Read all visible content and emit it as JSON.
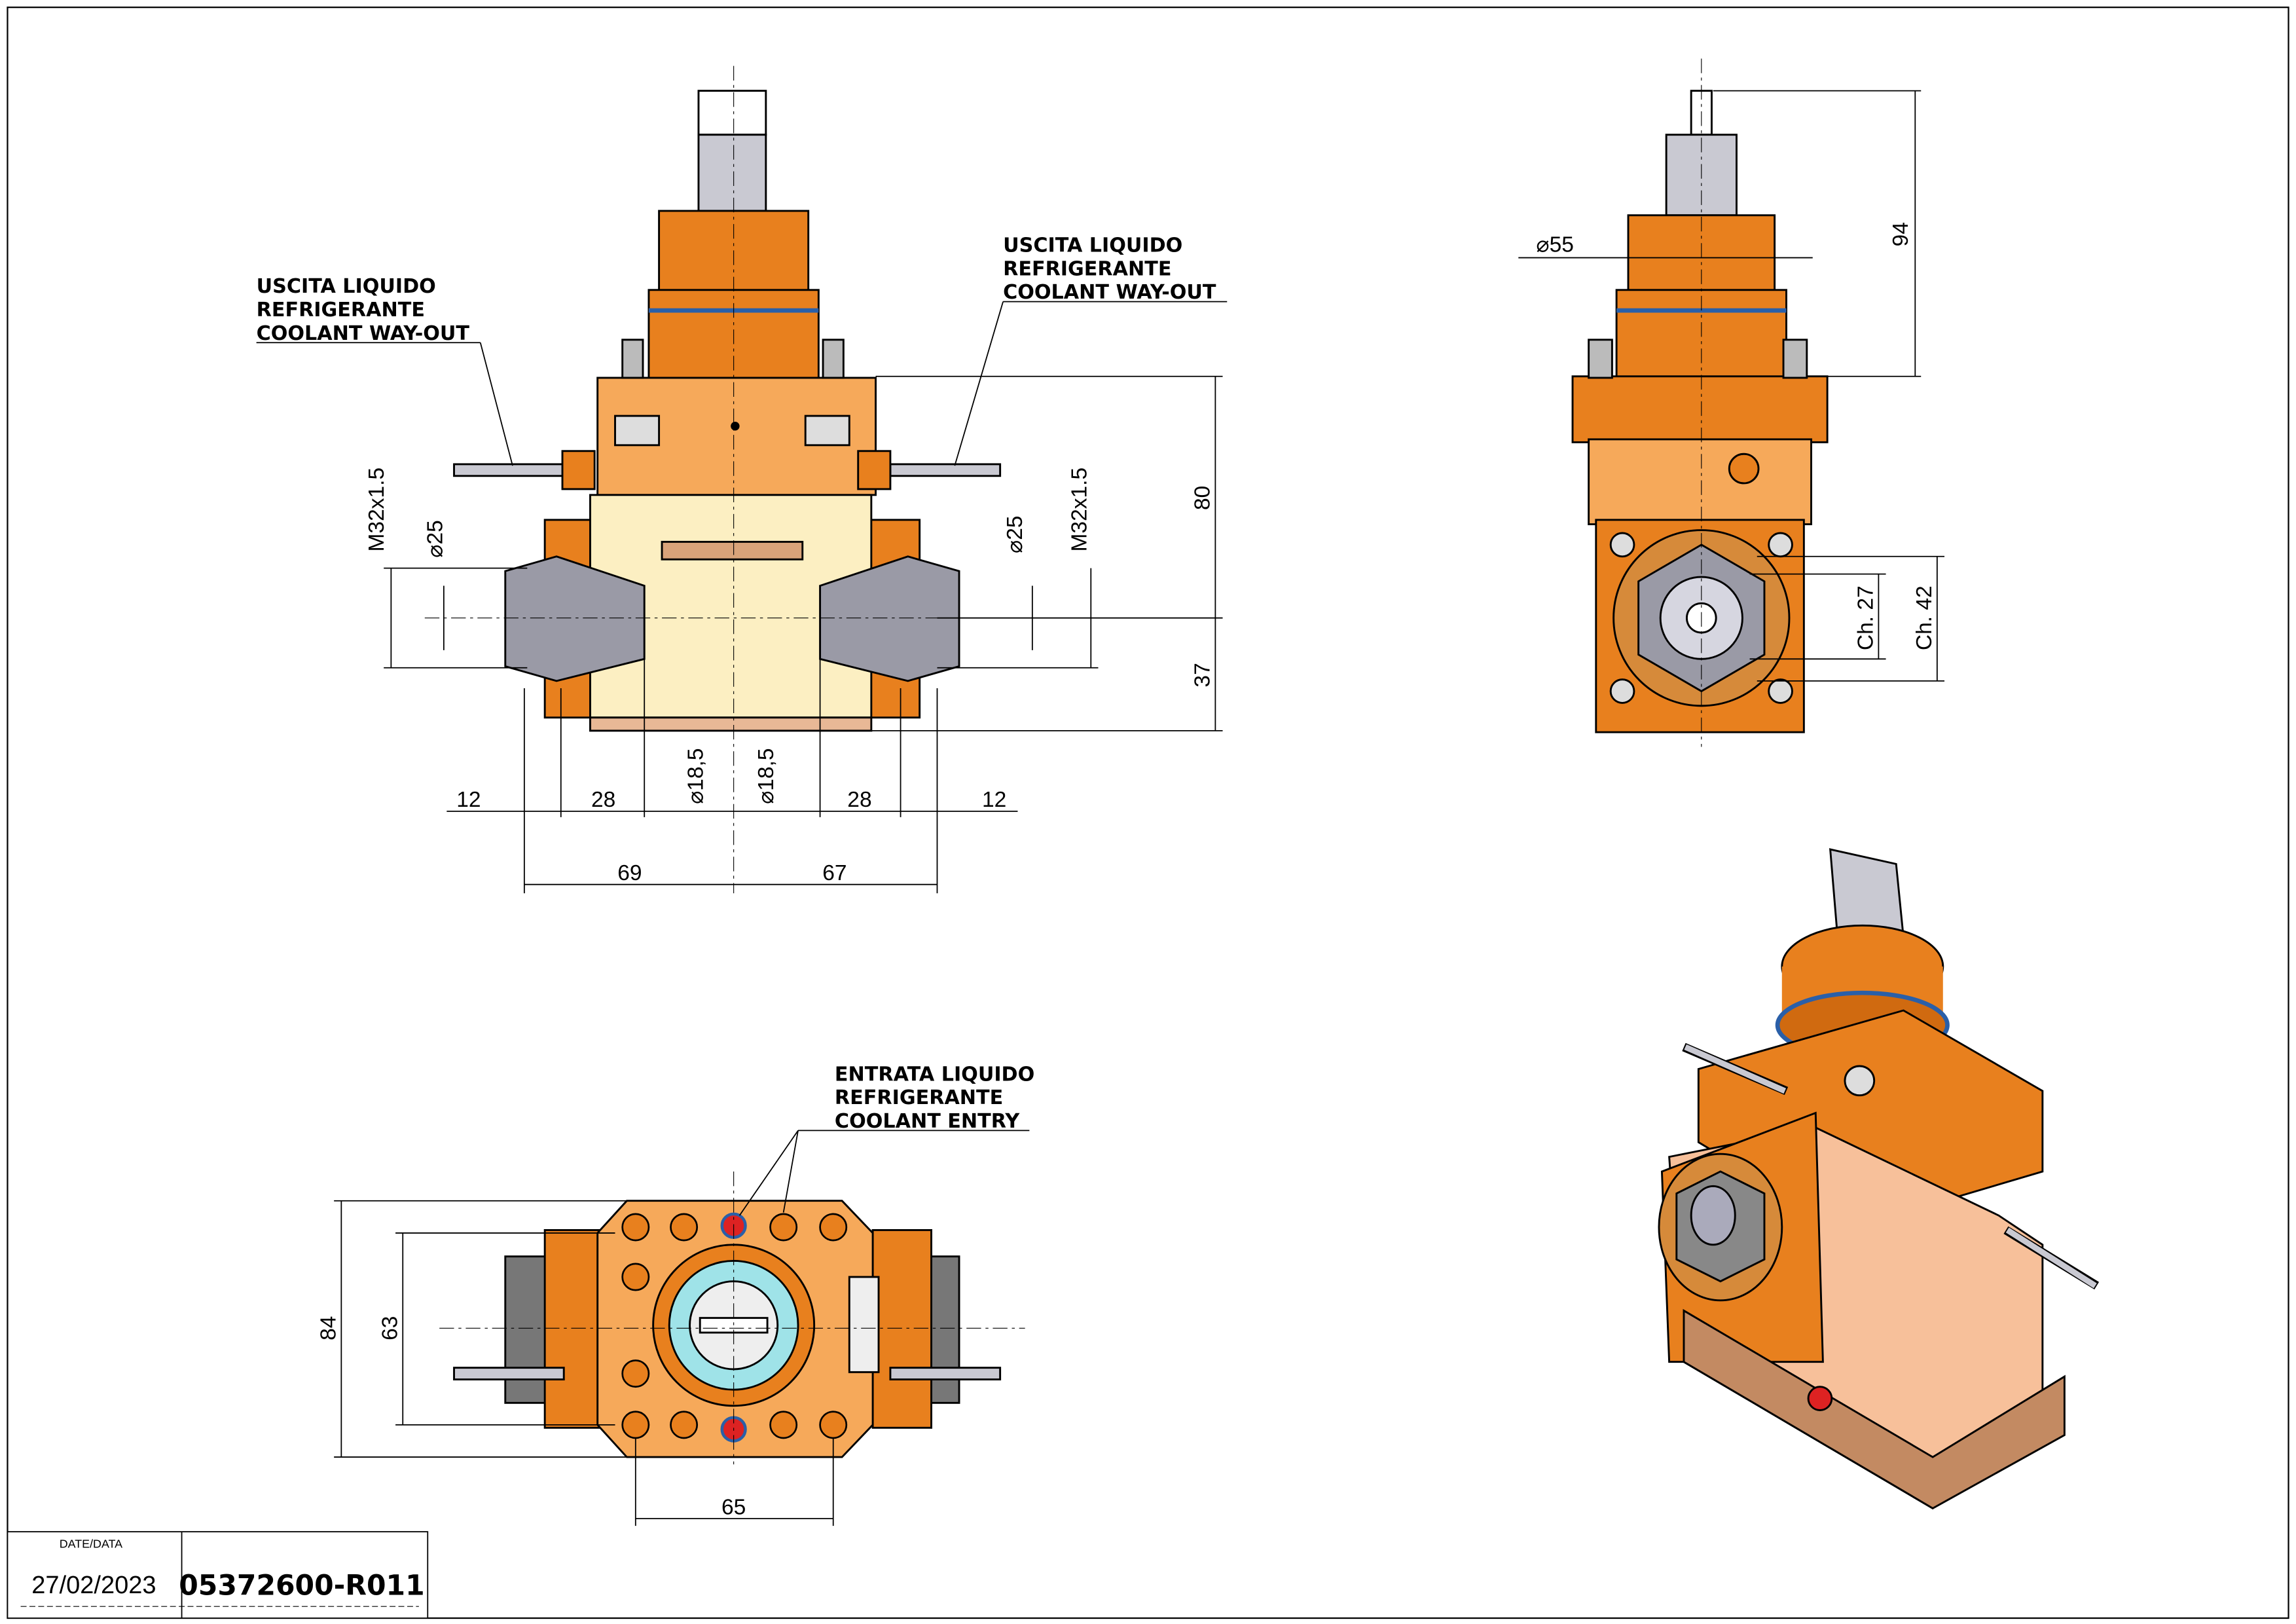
{
  "notes": {
    "left_out": [
      "USCITA LIQUIDO",
      "REFRIGERANTE",
      "COOLANT WAY-OUT"
    ],
    "right_out": [
      "USCITA LIQUIDO",
      "REFRIGERANTE",
      "COOLANT WAY-OUT"
    ],
    "entry": [
      "ENTRATA LIQUIDO",
      "REFRIGERANTE",
      "COOLANT ENTRY"
    ]
  },
  "front_view": {
    "thread_left": "M32x1.5",
    "dia_left": "⌀25",
    "thread_right": "M32x1.5",
    "dia_right": "⌀25",
    "h_80": "80",
    "h_37": "37",
    "w_12_left": "12",
    "w_28_left": "28",
    "dia_185_left": "⌀18,5",
    "dia_185_right": "⌀18,5",
    "w_28_right": "28",
    "w_12_right": "12",
    "w_69": "69",
    "w_67": "67"
  },
  "side_view": {
    "dia_55": "⌀55",
    "h_94": "94",
    "ch_27": "Ch. 27",
    "ch_42": "Ch. 42"
  },
  "bottom_view": {
    "h_84": "84",
    "h_63": "63",
    "w_65": "65"
  },
  "title_block": {
    "date_label": "DATE/DATA",
    "date": "27/02/2023",
    "code": "05372600-R011"
  },
  "colors": {
    "orange": "#E8801E",
    "light_orange": "#F6A95A",
    "cream": "#FCEFC2",
    "peach": "#F7C09A",
    "steel": "#B9B9C4",
    "outline": "#000000"
  }
}
